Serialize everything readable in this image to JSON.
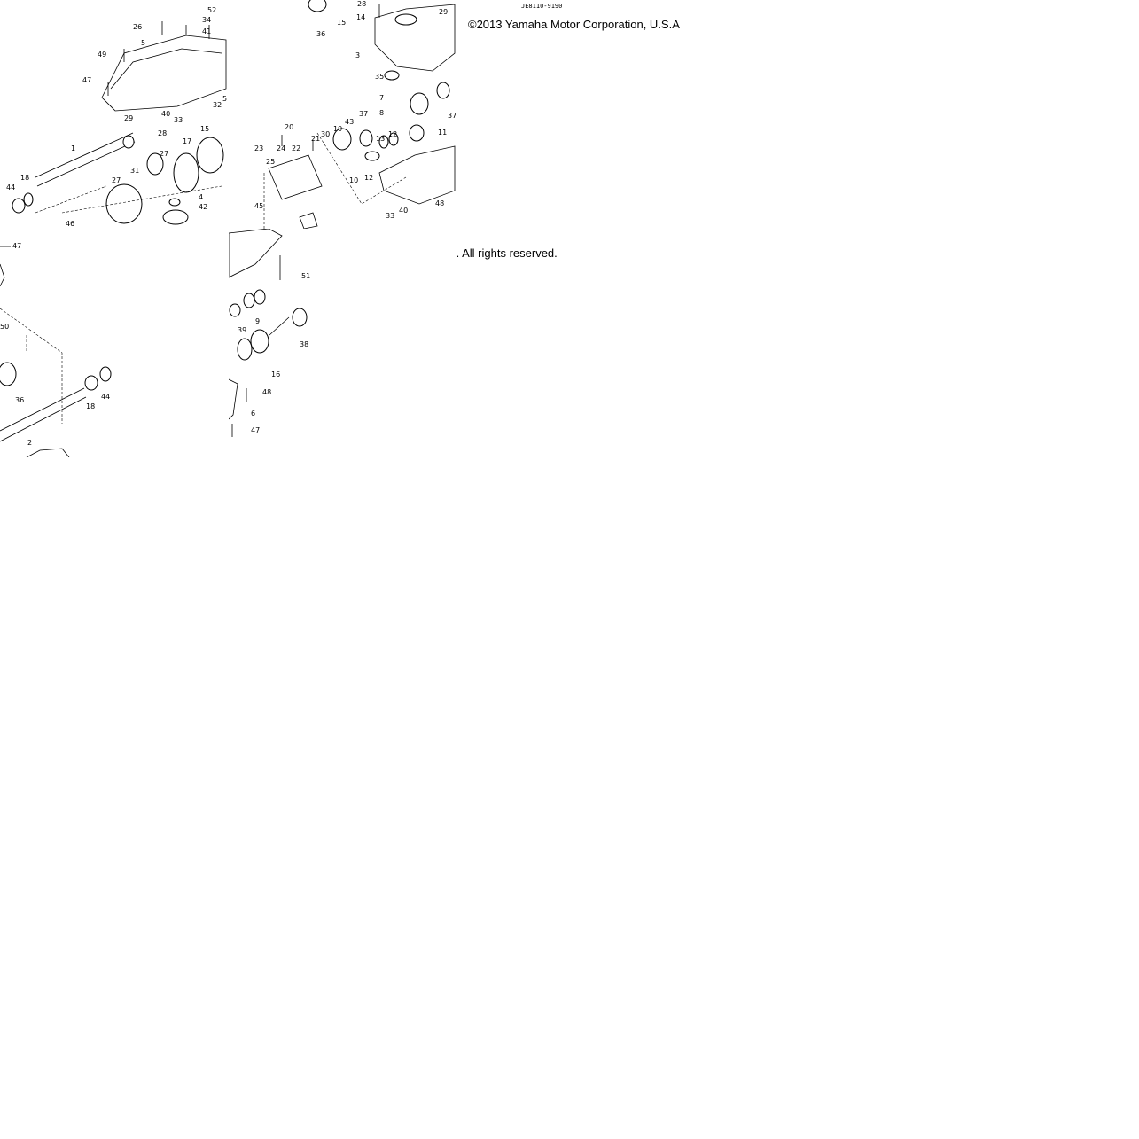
{
  "copyright": {
    "line1": "©2013 Yamaha Motor Corporation, U.S.A",
    "line2": "\\. All rights reserved.",
    "diagram_code": "JE8110-9190"
  },
  "tiles": {
    "tl": [
      "26",
      "34",
      "41",
      "52",
      "49",
      "5",
      "47",
      "40",
      "33",
      "29",
      "32",
      "5",
      "15",
      "28",
      "17",
      "27",
      "31",
      "18",
      "44",
      "46",
      "27",
      "4",
      "42",
      "1"
    ],
    "tr": [
      "28",
      "14",
      "36",
      "15",
      "29",
      "3",
      "35",
      "7",
      "37",
      "8",
      "11",
      "12",
      "13",
      "20",
      "21",
      "43",
      "19",
      "37",
      "30",
      "23",
      "24",
      "22",
      "25",
      "10",
      "12",
      "33",
      "40",
      "48",
      "45"
    ],
    "bl": [
      "47",
      "50",
      "36",
      "18",
      "44",
      "2"
    ],
    "br": [
      "51",
      "39",
      "9",
      "38",
      "16",
      "48",
      "6",
      "47"
    ]
  }
}
